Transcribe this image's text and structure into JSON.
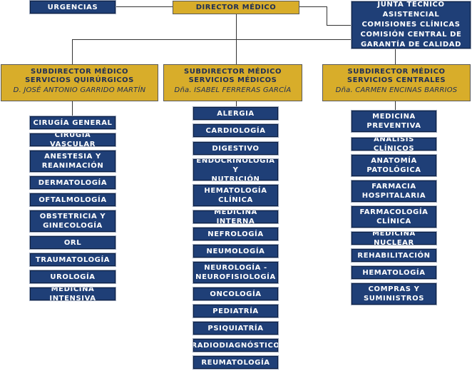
{
  "colors": {
    "node_blue": "#1f3f77",
    "node_gold": "#d8ad2a",
    "line": "#333333"
  },
  "top": {
    "urgencias": "URGENCIAS",
    "director": "DIRECTOR MÉDICO",
    "junta": "JUNTA TÉCNICO ASISTENCIAL\nCOMISIONES CLÍNICAS\nCOMISIÓN CENTRAL DE\nGARANTÍA DE CALIDAD"
  },
  "subdirectors": [
    {
      "title": "SUBDIRECTOR MÉDICO",
      "area": "SERVICIOS QUIRÚRGICOS",
      "name": "D. JOSÉ ANTONIO GARRIDO MARTÍN"
    },
    {
      "title": "SUBDIRECTOR MÉDICO",
      "area": "SERVICIOS MÉDICOS",
      "name": "Dña. ISABEL FERRERAS GARCÍA"
    },
    {
      "title": "SUBDIRECTOR MÉDICO",
      "area": "SERVICIOS CENTRALES",
      "name": "Dña. CARMEN ENCINAS BARRIOS"
    }
  ],
  "services": {
    "quirurgicos": [
      "CIRUGÍA GENERAL",
      "CIRUGÍA VASCULAR",
      "ANESTESIA Y\nREANIMACIÓN",
      "DERMATOLOGÍA",
      "OFTALMOLOGÍA",
      "OBSTETRICIA Y\nGINECOLOGÍA",
      "ORL",
      "TRAUMATOLOGÍA",
      "UROLOGÍA",
      "MEDICINA INTENSIVA"
    ],
    "medicos": [
      "ALERGIA",
      "CARDIOLOGÍA",
      "DIGESTIVO",
      "ENDOCRINOLOGÍA Y\nNUTRICIÓN",
      "HEMATOLOGÍA\nCLÍNICA",
      "MEDICINA INTERNA",
      "NEFROLOGÍA",
      "NEUMOLOGÍA",
      "NEUROLOGÍA -\nNEUROFISIOLOGÍA",
      "ONCOLOGÍA",
      "PEDIATRÍA",
      "PSIQUIATRÍA",
      "RADIODIAGNÓSTICO",
      "REUMATOLOGÍA"
    ],
    "centrales": [
      "MEDICINA\nPREVENTIVA",
      "ANÁLISIS CLÍNICOS",
      "ANATOMÍA\nPATOLÓGICA",
      "FARMACIA\nHOSPITALARIA",
      "FARMACOLOGÍA\nCLÍNICA",
      "MEDICINA NUCLEAR",
      "REHABILITACIÓN",
      "HEMATOLOGÍA",
      "COMPRAS Y\nSUMINISTROS"
    ]
  }
}
